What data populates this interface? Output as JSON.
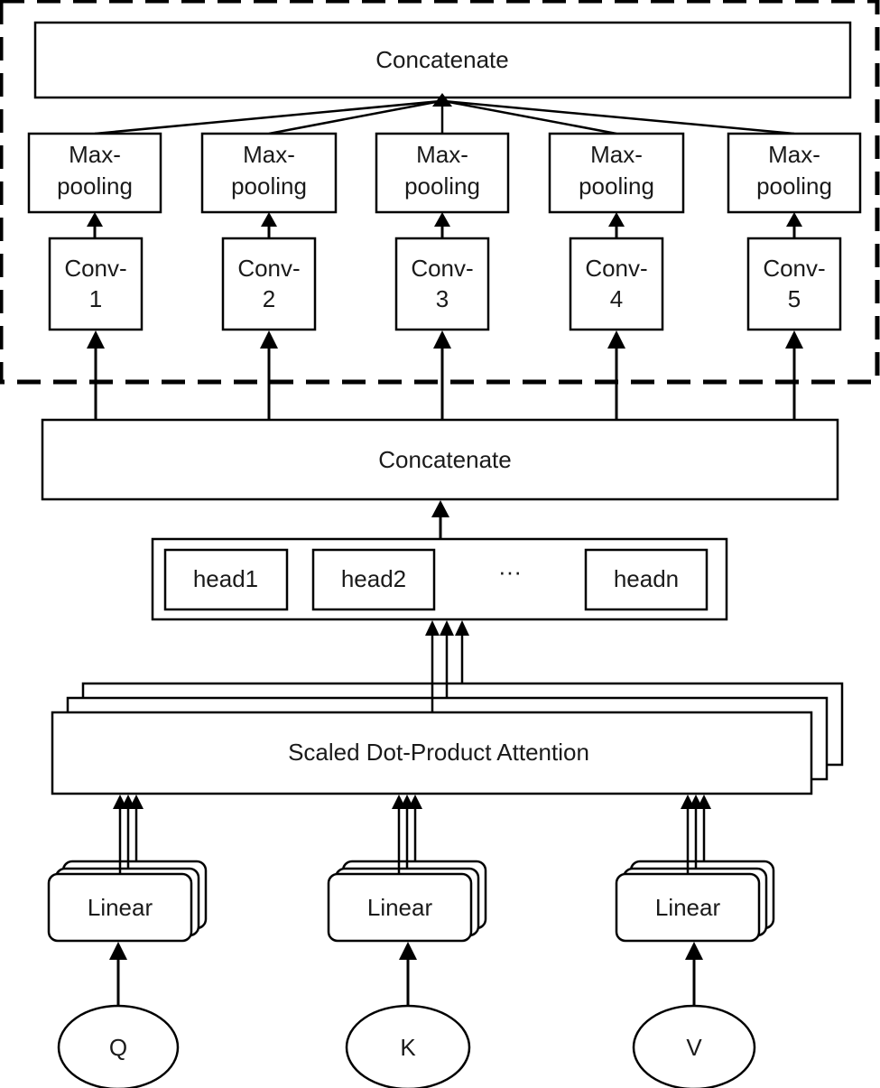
{
  "diagram": {
    "top_concat": "Concatenate",
    "maxpool": {
      "line1": "Max-",
      "line2": "pooling"
    },
    "conv_prefix": "Conv-",
    "convs": [
      "1",
      "2",
      "3",
      "4",
      "5"
    ],
    "mid_concat": "Concatenate",
    "heads": [
      "head1",
      "head2",
      "headn"
    ],
    "ellipsis": "···",
    "attention": "Scaled Dot-Product Attention",
    "linear": "Linear",
    "inputs": [
      "Q",
      "K",
      "V"
    ]
  },
  "colors": {
    "stroke": "#000000",
    "fill": "#ffffff",
    "text": "#1a1a1a"
  }
}
